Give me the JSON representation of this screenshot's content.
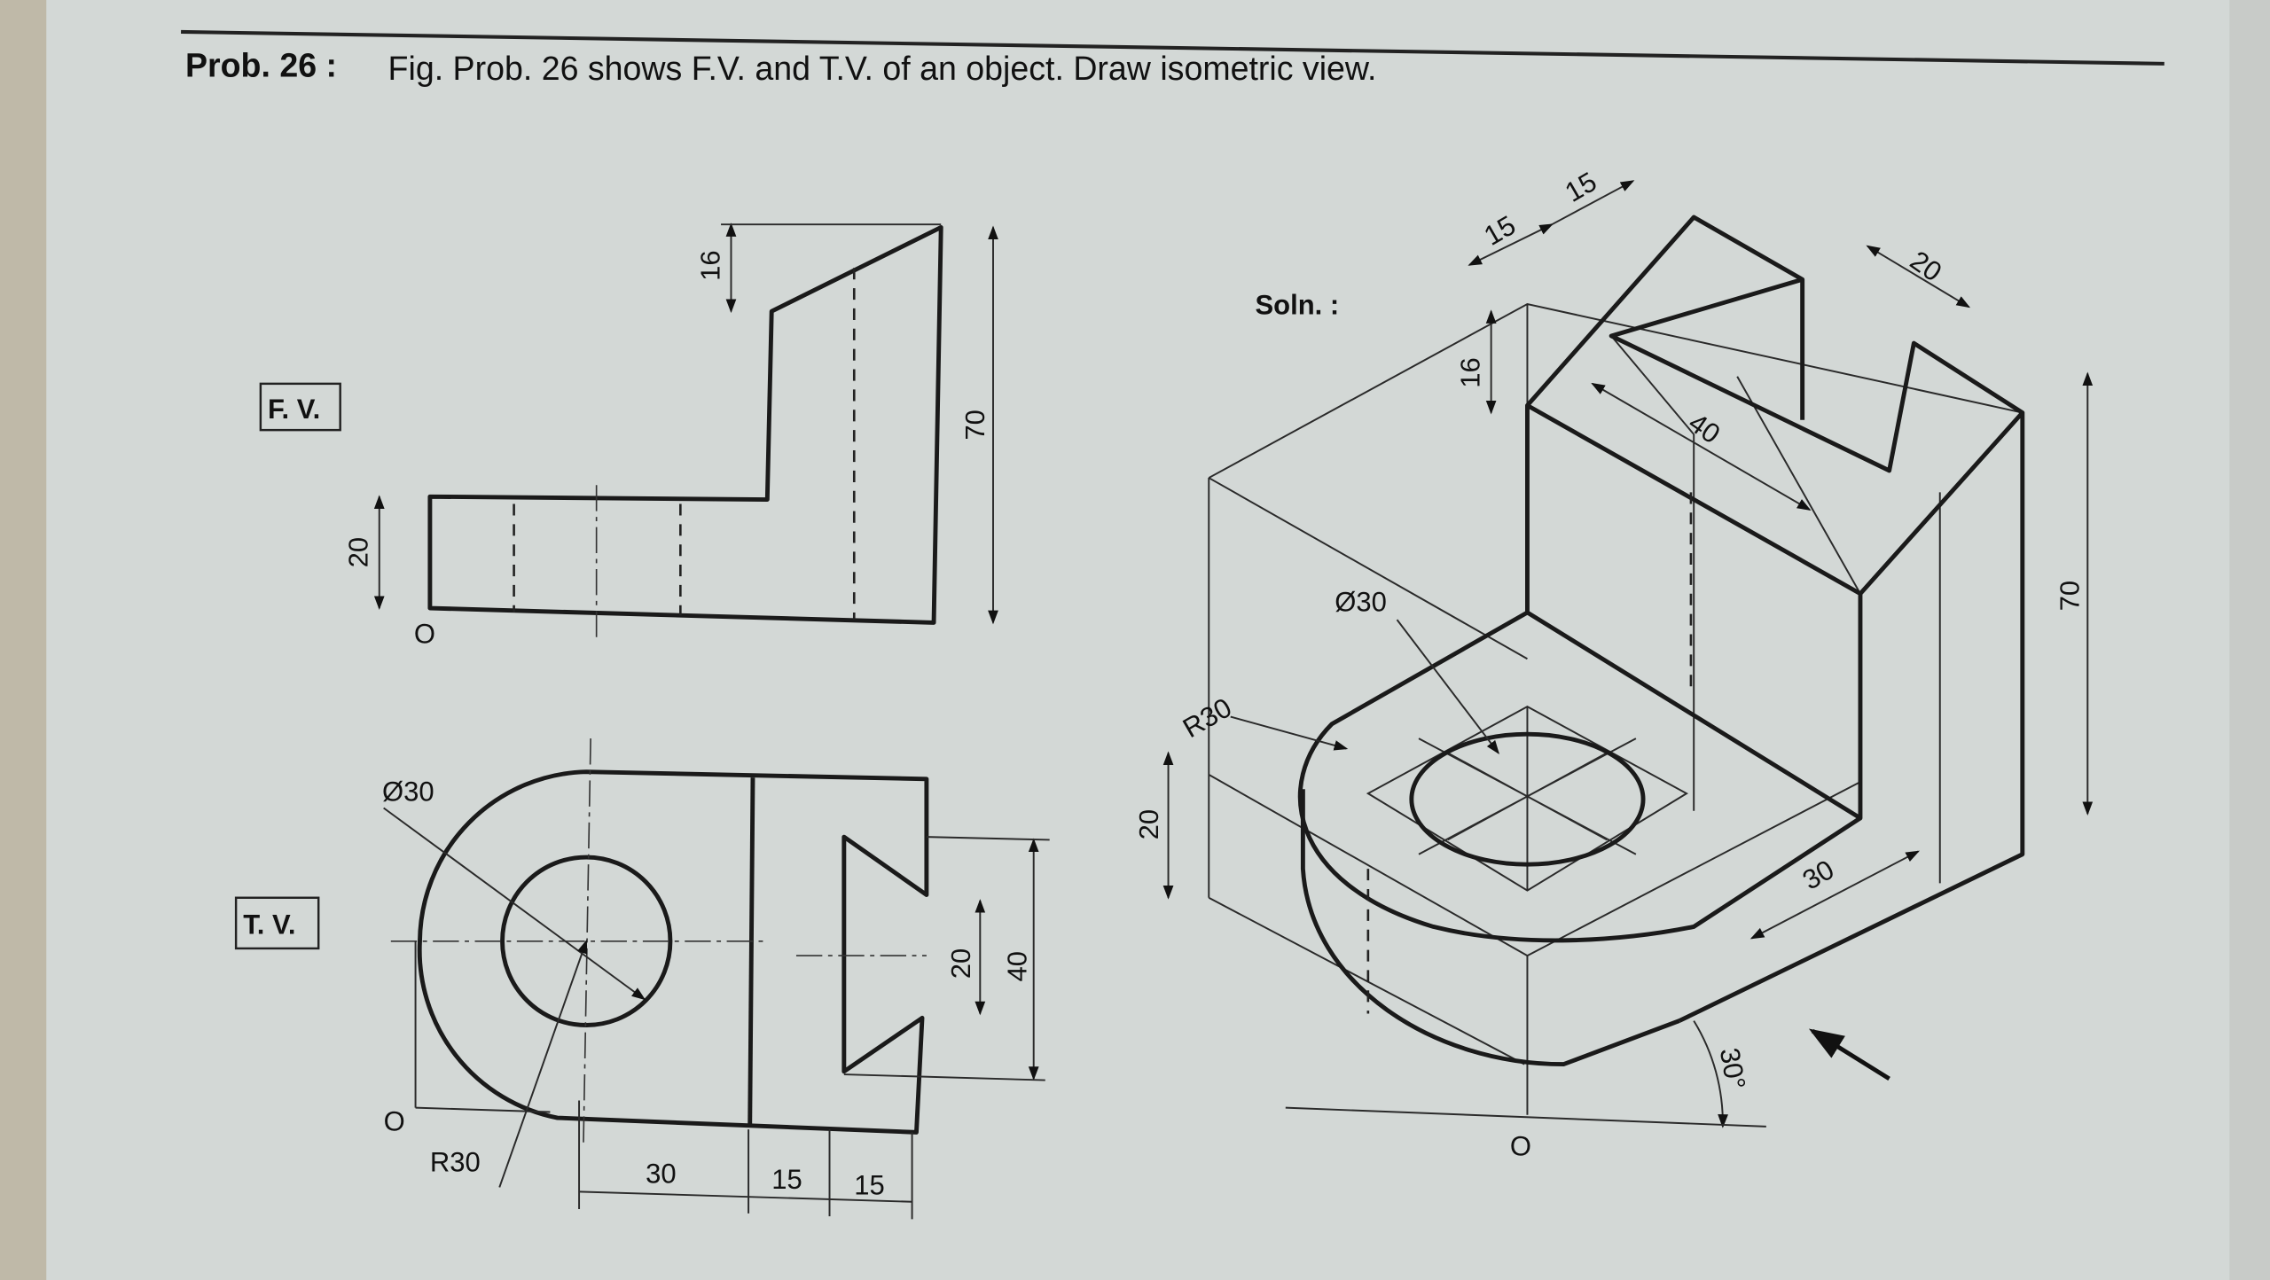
{
  "header": {
    "problem_label": "Prob. 26 :",
    "problem_text": "Fig. Prob. 26 shows F.V. and T.V. of an object. Draw isometric view."
  },
  "front_view": {
    "label": "F. V.",
    "dims": {
      "left_height": "20",
      "step": "16",
      "total_height": "70"
    },
    "origin": "O"
  },
  "top_view": {
    "label": "T. V.",
    "dims": {
      "hole_dia": "Ø30",
      "radius": "R30",
      "d30": "30",
      "d15a": "15",
      "d15b": "15",
      "slot_inner": "20",
      "slot_outer": "40"
    },
    "origin": "O"
  },
  "solution": {
    "label": "Soln. :",
    "dims": {
      "d15a": "15",
      "d15b": "15",
      "d20": "20",
      "d16": "16",
      "d40": "40",
      "d70": "70",
      "hole_dia": "Ø30",
      "radius": "R30",
      "base_height": "20",
      "d30": "30",
      "angle": "30°"
    },
    "origin": "O"
  },
  "colors": {
    "paper": "#d3d8d6",
    "ink": "#1a1a1a"
  }
}
